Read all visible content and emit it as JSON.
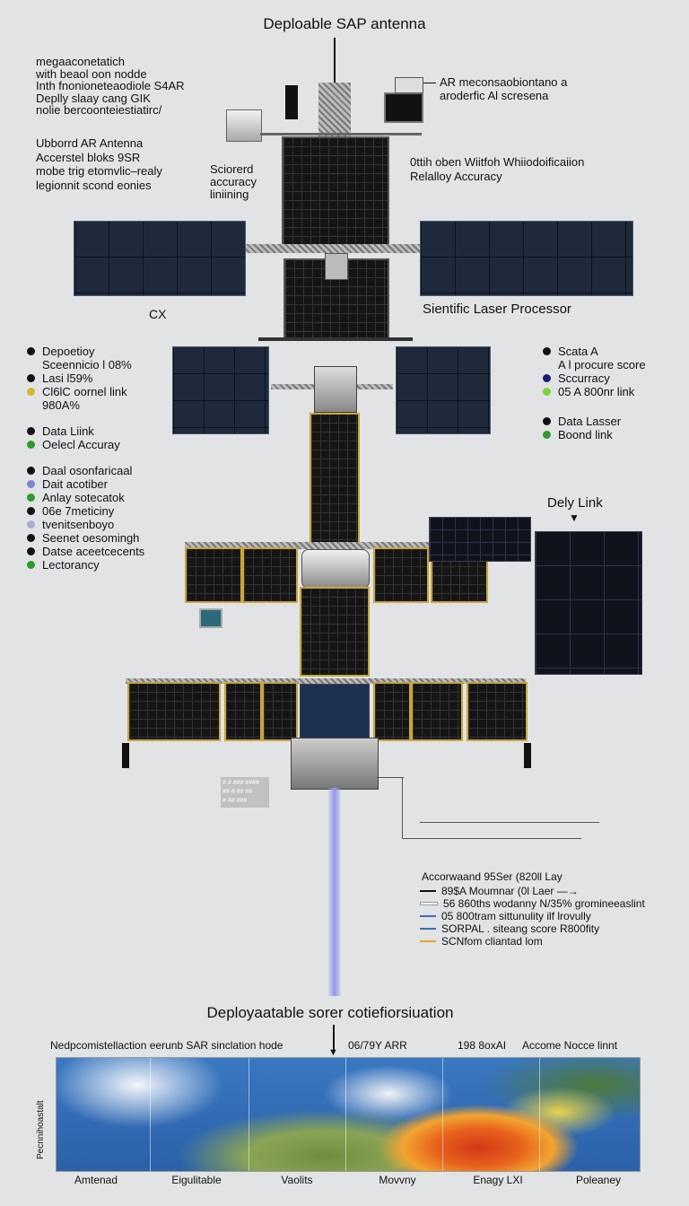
{
  "title": "Deploable SAP antenna",
  "left_notes": {
    "block1": [
      "megaaconetatich",
      "with beaol oon nodde",
      "Inth fnonioneteaodiole S4AR",
      "Deplly slaay cang GIK",
      "nolie bercoonteiestiatirc/"
    ],
    "block2": [
      "Ubborrd AR Antenna",
      "Accerstel bloks 9SR",
      "mobe trig etomvlic–realy",
      "legionnit scond eonies"
    ]
  },
  "right_notes": {
    "top": [
      "AR meconsaobiontano a",
      "aroderfic Al scresena"
    ],
    "mid": [
      "0ttih oben Wiitfoh Whiiodoificaiion",
      "Relalloy Accuracy"
    ]
  },
  "center_note": [
    "Sciorerd",
    "accuracy",
    "liniining"
  ],
  "labels": {
    "cx": "CX",
    "laser_processor": "Sientific Laser Processor",
    "delay_link": "Dely Link"
  },
  "left_legend": {
    "group1": [
      {
        "text": "Depoetioy",
        "color": "#111111"
      },
      {
        "text": "Sceennicio l 08%",
        "color": null
      },
      {
        "text": "Lasi l59%",
        "color": "#111111"
      },
      {
        "text": "Cl6lC oornel link",
        "color": "#d4b82a"
      },
      {
        "text": "980A%",
        "color": null
      }
    ],
    "group2": [
      {
        "text": "Data Liink",
        "color": "#111111"
      },
      {
        "text": "Oelecl Accuray",
        "color": "#2e9a2e"
      }
    ],
    "group3": [
      {
        "text": "Daal osonfaricaal",
        "color": "#111111"
      },
      {
        "text": "Dait acotiber",
        "color": "#7d86d6"
      },
      {
        "text": "Anlay sotecatok",
        "color": "#2e9a2e"
      },
      {
        "text": "06e 7meticiny",
        "color": "#111111"
      },
      {
        "text": "tvenitsenboyo",
        "color": "#a7acd8"
      },
      {
        "text": "Seenet oesomingh",
        "color": "#111111"
      },
      {
        "text": "Datse aceetcecents",
        "color": "#111111"
      },
      {
        "text": "Lectorancy",
        "color": "#2e9a2e"
      }
    ]
  },
  "right_legend": {
    "group1": [
      {
        "text": "Scata A",
        "color": "#111111"
      },
      {
        "text": "A l procure score",
        "color": null
      },
      {
        "text": "Sccurracy",
        "color": "#1c1f6e"
      },
      {
        "text": "05 A 800nr link",
        "color": "#7ed03a"
      }
    ],
    "group2": [
      {
        "text": "Data Lasser",
        "color": "#111111"
      },
      {
        "text": "Boond link",
        "color": "#2e9a2e"
      }
    ]
  },
  "tiny_label": [
    "# # ### ####",
    "## # ## ##",
    "# ## ###"
  ],
  "bottom_legend": {
    "title": "Accorwaand 95Ser (820ll Lay",
    "rows": [
      {
        "text": "89$A Moumnar (0l Laer —→",
        "color": "#111111"
      },
      {
        "text": "56 860ths wodanny N/35% gromineeaslint",
        "color": "#ffffff"
      },
      {
        "text": "05 800tram sittunulity ilf lrovully",
        "color": "#4a63c9"
      },
      {
        "text": "SORPAL . siteang score R800fity",
        "color": "#3e6ea8"
      },
      {
        "text": "SCNfom cliantad lom",
        "color": "#f0a020"
      }
    ]
  },
  "map_section": {
    "title": "Deployaatable sorer cotiefiorsiuation",
    "header_left": "Nedpcomistellaction eerunb SAR sinclation hode",
    "header_mid": "06/79Y ARR",
    "header_r1": "198 8oxAI",
    "header_r2": "Accome Nocce linnt",
    "ylabel": "Pecnnihoastalt",
    "bottom_labels": [
      "Amtenad",
      "Eigulitable",
      "Vaolits",
      "Movvny",
      "Enagy LXI",
      "Poleaney"
    ]
  }
}
